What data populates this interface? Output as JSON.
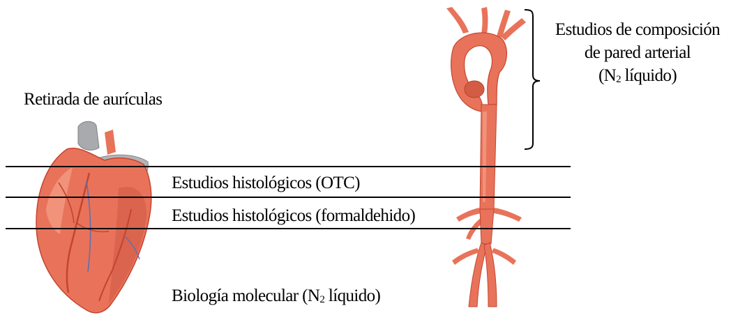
{
  "labels": {
    "atria_removal": "Retirada de aurículas",
    "histology_otc": "Estudios histológicos (OTC)",
    "histology_formaldehyde": "Estudios histológicos (formaldehido)",
    "molecular_prefix": "Biología molecular (N",
    "molecular_sub": "2",
    "molecular_suffix": " líquido)",
    "aorta_line1": "Estudios de composición",
    "aorta_line2": "de pared arterial",
    "aorta_line3_prefix": "(N",
    "aorta_line3_sub": "2",
    "aorta_line3_suffix": " líquido)"
  },
  "colors": {
    "tissue": "#e8735a",
    "tissue_dark": "#c4452f",
    "tissue_light": "#f39a82",
    "vessel_gray": "#a9aaad",
    "vein_blue": "#5b6fb3",
    "line": "#000000"
  },
  "icons": {
    "heart": "heart-illustration",
    "aorta": "aorta-illustration"
  }
}
